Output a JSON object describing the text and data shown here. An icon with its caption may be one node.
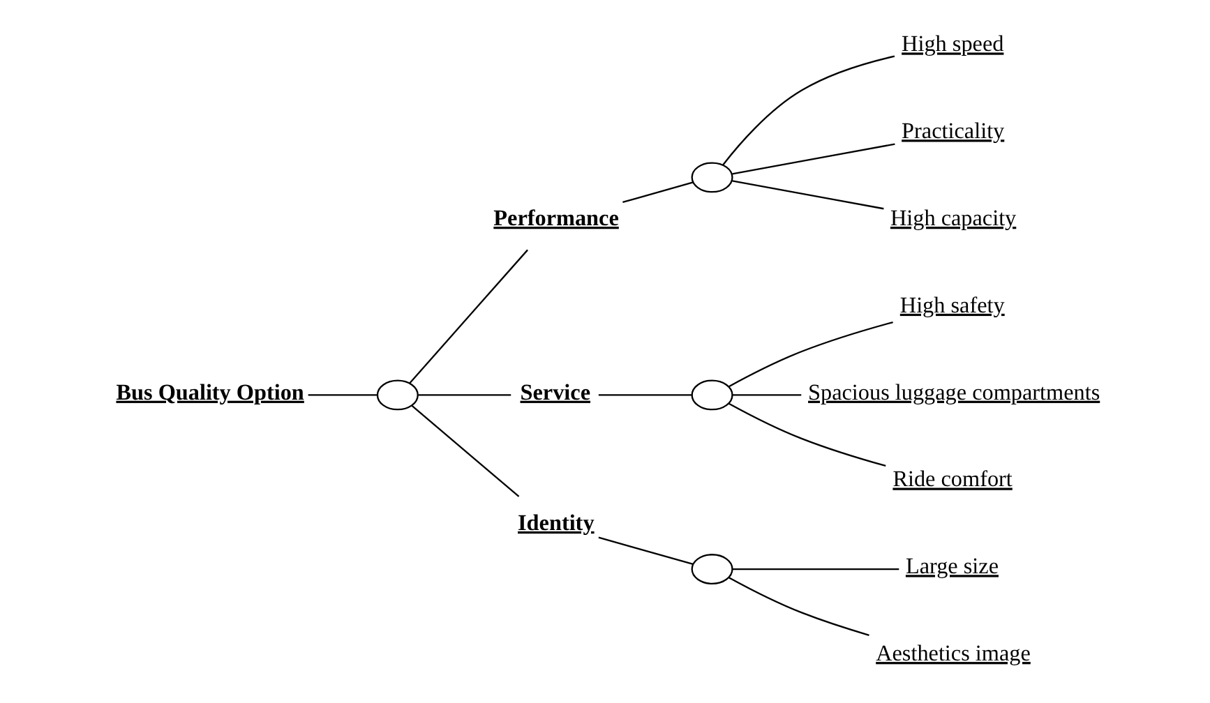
{
  "diagram": {
    "nodes": [
      {
        "text": [
          "Bus Quality Option"
        ]
      },
      {
        "text": [],
        "shape": "ellipse"
      },
      {
        "text": [
          "Performance"
        ]
      },
      {
        "text": [],
        "shape": "ellipse"
      },
      {
        "text": [
          "High speed"
        ]
      },
      {
        "text": [
          "Practicality"
        ]
      },
      {
        "text": [
          "High capacity"
        ]
      },
      {
        "text": [
          "Service"
        ]
      },
      {
        "text": [],
        "shape": "ellipse"
      },
      {
        "text": [
          "High safety"
        ]
      },
      {
        "text": [
          "Spacious luggage compartments"
        ]
      },
      {
        "text": [
          "Ride comfort"
        ]
      },
      {
        "text": [
          "Identity"
        ]
      },
      {
        "text": [],
        "shape": "ellipse"
      },
      {
        "text": [
          "Large size"
        ]
      },
      {
        "text": [
          "Aesthetics image"
        ]
      }
    ],
    "edges": [
      {
        "from": 0,
        "to": 1,
        "arrow": "none"
      },
      {
        "from": 1,
        "to": 2,
        "arrow": "none"
      },
      {
        "from": 1,
        "to": 7,
        "arrow": "none"
      },
      {
        "from": 1,
        "to": 12,
        "arrow": "none"
      },
      {
        "from": 2,
        "to": 3,
        "arrow": "none"
      },
      {
        "from": 3,
        "to": 4,
        "arrow": "none"
      },
      {
        "from": 3,
        "to": 5,
        "arrow": "none"
      },
      {
        "from": 3,
        "to": 6,
        "arrow": "none"
      },
      {
        "from": 7,
        "to": 8,
        "arrow": "none"
      },
      {
        "from": 8,
        "to": 9,
        "arrow": "none"
      },
      {
        "from": 8,
        "to": 10,
        "arrow": "none"
      },
      {
        "from": 8,
        "to": 11,
        "arrow": "none"
      },
      {
        "from": 12,
        "to": 13,
        "arrow": "none"
      },
      {
        "from": 13,
        "to": 14,
        "arrow": "none"
      },
      {
        "from": 13,
        "to": 15,
        "arrow": "none"
      }
    ]
  }
}
